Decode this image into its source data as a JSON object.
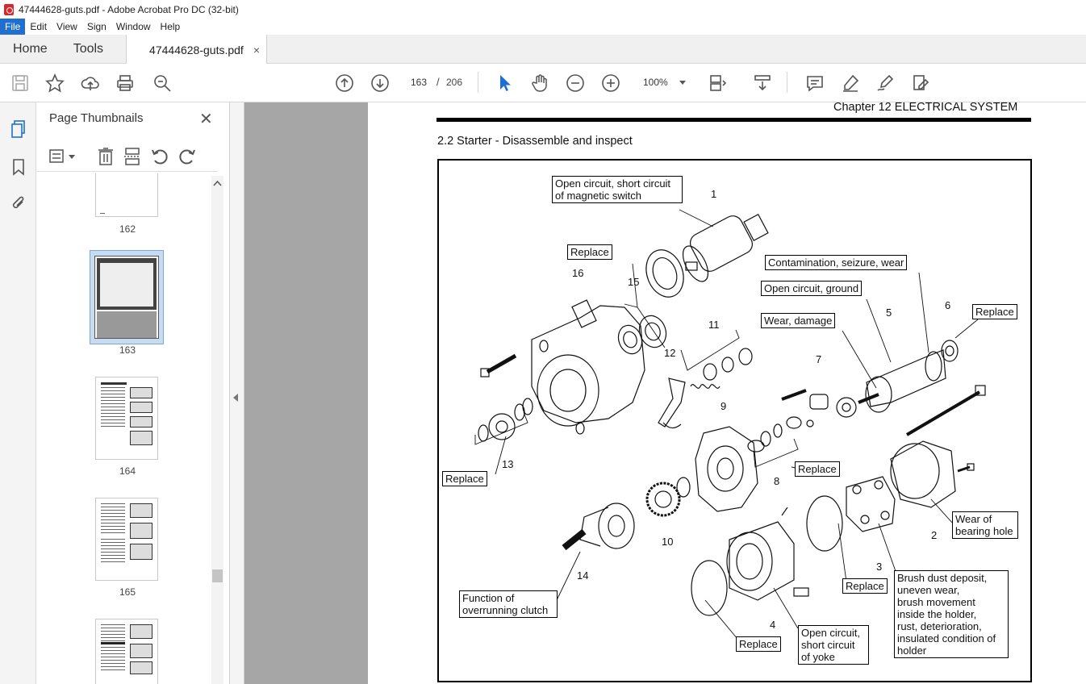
{
  "window": {
    "title": "47444628-guts.pdf - Adobe Acrobat Pro DC (32-bit)"
  },
  "menu": [
    "File",
    "Edit",
    "View",
    "Sign",
    "Window",
    "Help"
  ],
  "tabs": {
    "home": "Home",
    "tools": "Tools",
    "document": "47444628-guts.pdf",
    "close": "×"
  },
  "toolbar": {
    "current_page": "163",
    "page_separator": "/",
    "total_pages": "206",
    "zoom": "100%"
  },
  "panel": {
    "title": "Page Thumbnails",
    "close": "✕",
    "thumbnails": [
      {
        "label": "162"
      },
      {
        "label": "163"
      },
      {
        "label": "164"
      },
      {
        "label": "165"
      }
    ]
  },
  "page": {
    "chapter_header": "Chapter 12  ELECTRICAL SYSTEM",
    "section_title": "2.2   Starter - Disassemble and inspect",
    "callouts": {
      "magnetic_switch": "Open circuit, short circuit\nof magnetic switch",
      "replace_15": "Replace",
      "contamination": "Contamination, seizure, wear",
      "open_ground": "Open circuit, ground",
      "wear_damage": "Wear, damage",
      "replace_6": "Replace",
      "replace_13": "Replace",
      "replace_8": "Replace",
      "bearing_hole": "Wear of\nbearing hole",
      "replace_ring": "Replace",
      "clutch": "Function of\noverrunning clutch",
      "brush": "Brush dust deposit,\nuneven wear,\nbrush movement\ninside the holder,\nrust, deterioration,\ninsulated condition of\nholder",
      "yoke": "Open circuit,\nshort circuit\nof yoke",
      "replace_4": "Replace"
    },
    "numbers": {
      "n1": "1",
      "n2": "2",
      "n3": "3",
      "n4": "4",
      "n5": "5",
      "n6": "6",
      "n7": "7",
      "n8": "8",
      "n9": "9",
      "n10": "10",
      "n11": "11",
      "n12": "12",
      "n13": "13",
      "n14": "14",
      "n15": "15",
      "n16": "16"
    }
  }
}
